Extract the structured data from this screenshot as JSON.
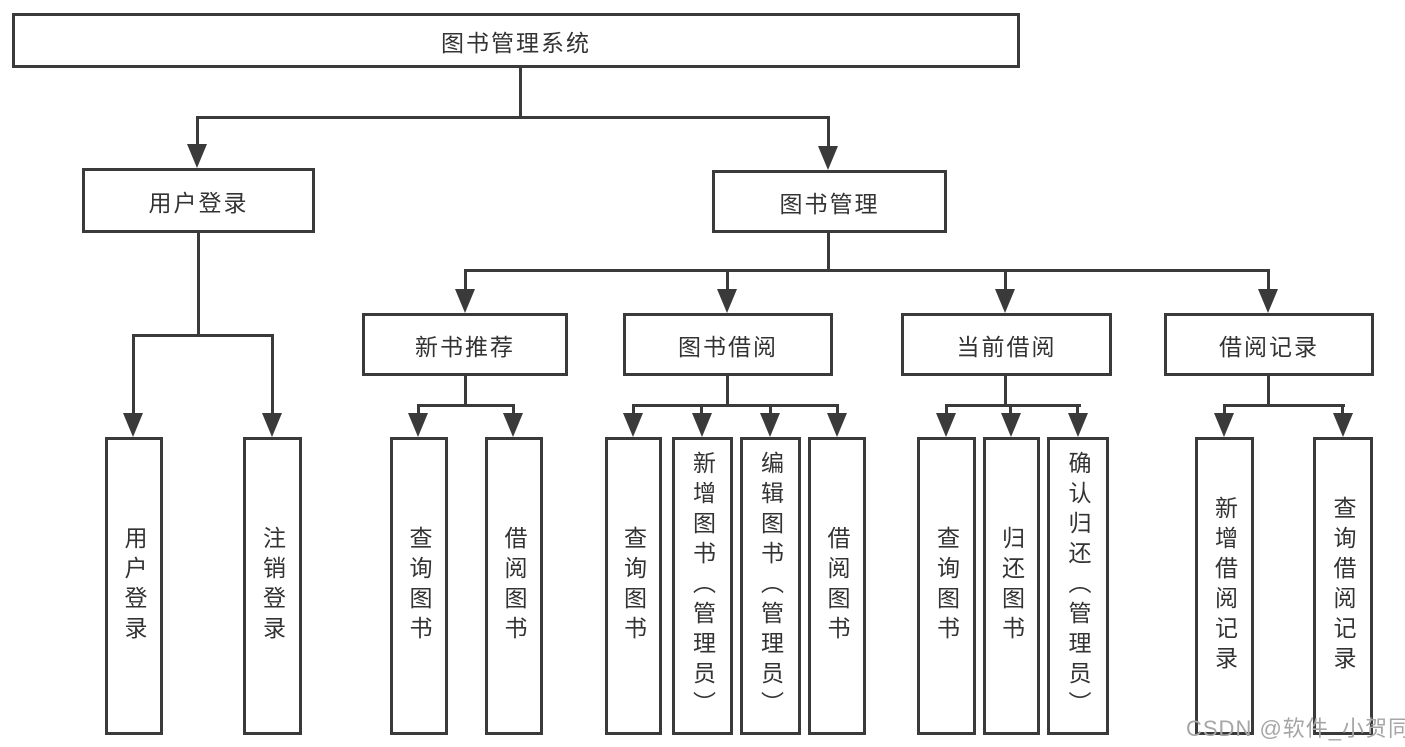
{
  "nodes": {
    "root": "图书管理系统",
    "user_login": "用户登录",
    "book_mgmt": "图书管理",
    "new_books": "新书推荐",
    "book_borrow": "图书借阅",
    "current_borrow": "当前借阅",
    "borrow_records": "借阅记录",
    "leaf_user_login": "用户登录",
    "leaf_logout": "注销登录",
    "leaf_nb_query": "查询图书",
    "leaf_nb_borrow": "借阅图书",
    "leaf_bb_query": "查询图书",
    "leaf_bb_add": "新增图书（管理员）",
    "leaf_bb_edit": "编辑图书（管理员）",
    "leaf_bb_borrow": "借阅图书",
    "leaf_cb_query": "查询图书",
    "leaf_cb_return": "归还图书",
    "leaf_cb_confirm": "确认归还（管理员）",
    "leaf_br_add": "新增借阅记录",
    "leaf_br_query": "查询借阅记录"
  },
  "watermark": "CSDN @软件_小贺同学",
  "colors": {
    "line": "#3a3a3a",
    "text": "#333333",
    "watermark": "#a6a6a6",
    "background": "#ffffff"
  }
}
